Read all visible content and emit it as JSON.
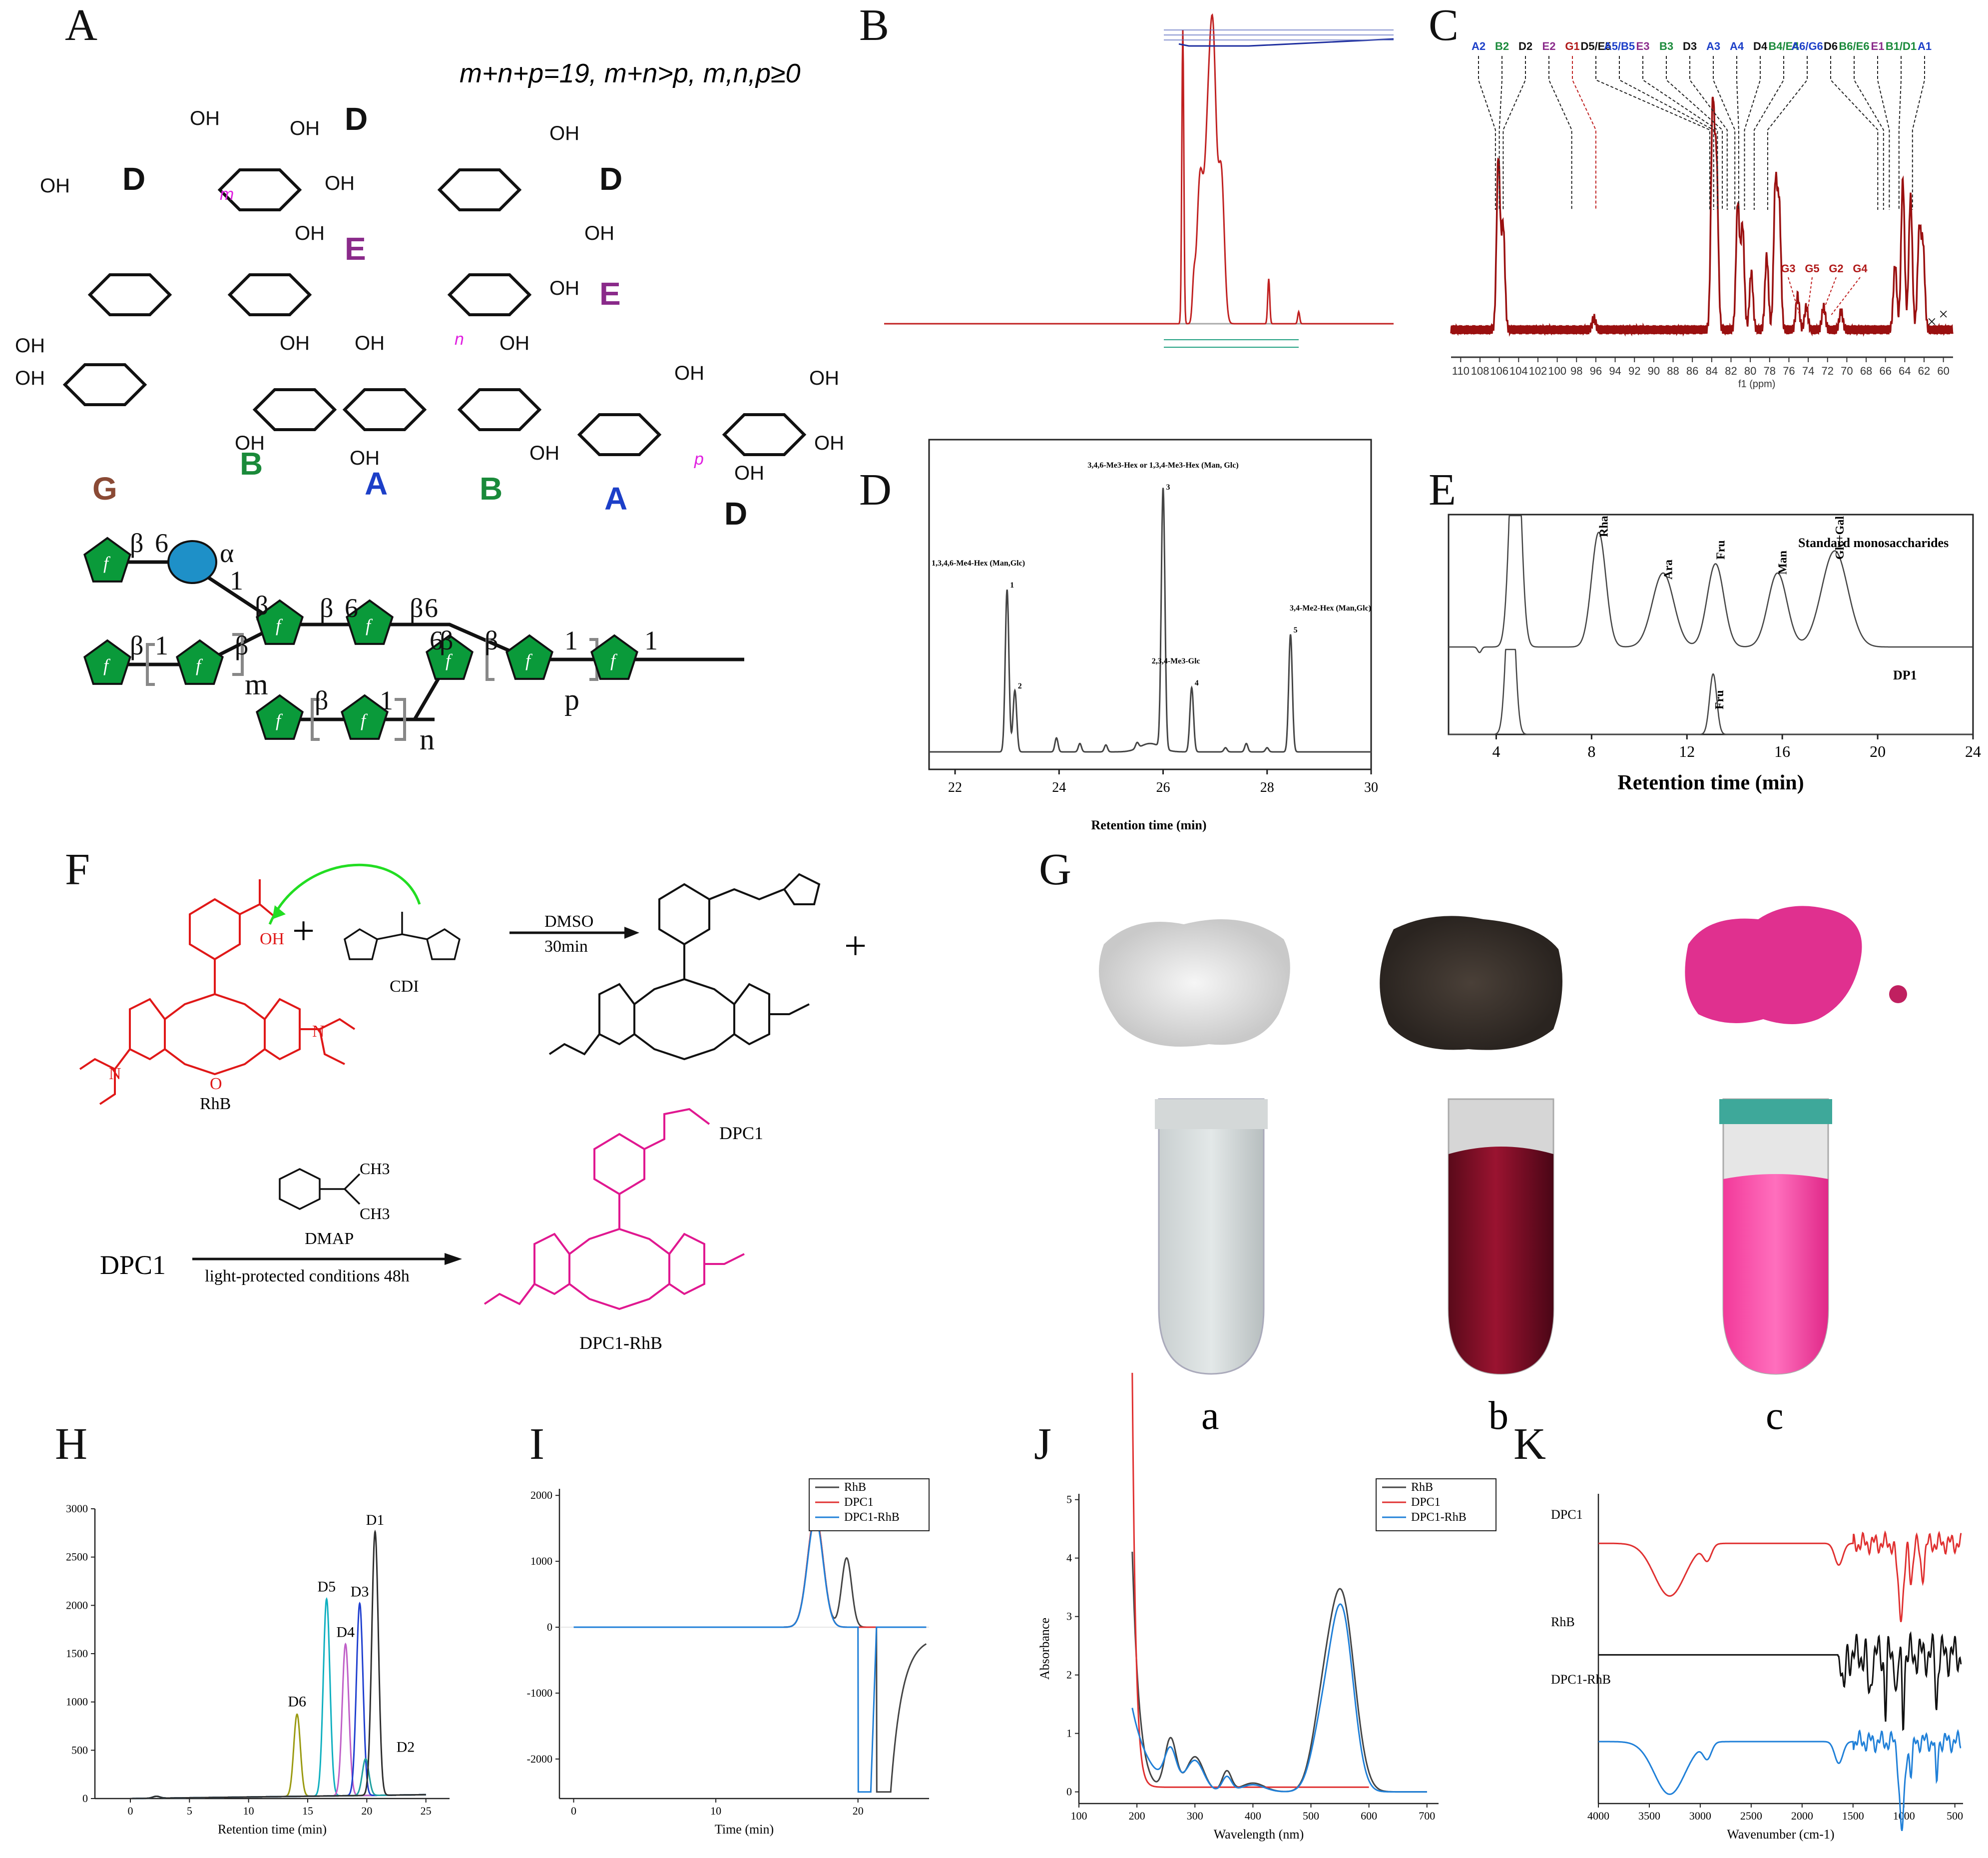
{
  "panels": {
    "A": "A",
    "B": "B",
    "C": "C",
    "D": "D",
    "E": "E",
    "F": "F",
    "G": "G",
    "H": "H",
    "I": "I",
    "J": "J",
    "K": "K"
  },
  "structure_a": {
    "constraint": "m+n+p=19, m+n>p, m,n,p≥0",
    "residues": [
      {
        "label": "G",
        "color": "#8a4a35"
      },
      {
        "label": "B",
        "color": "#1a8a3a"
      },
      {
        "label": "A",
        "color": "#1c3fc8"
      },
      {
        "label": "B",
        "color": "#1a8a3a"
      },
      {
        "label": "A",
        "color": "#1c3fc8"
      },
      {
        "label": "D",
        "color": "#111111"
      },
      {
        "label": "D",
        "color": "#111111"
      },
      {
        "label": "D",
        "color": "#111111"
      },
      {
        "label": "D",
        "color": "#111111"
      },
      {
        "label": "E",
        "color": "#8a2a8a"
      },
      {
        "label": "E",
        "color": "#8a2a8a"
      }
    ],
    "oh_label": "OH",
    "repeat_labels": [
      "m",
      "n",
      "p"
    ],
    "snfg": {
      "sugar_letter": "f",
      "anomeric": [
        "β",
        "α",
        "β",
        "β",
        "β",
        "β",
        "β",
        "β",
        "β",
        "β"
      ],
      "linkages": [
        "6",
        "1",
        "6",
        "6",
        "1",
        "1",
        "6",
        "1",
        "1"
      ],
      "repeats": [
        "m",
        "n",
        "p"
      ],
      "fructose_color": "#0a9a3a",
      "glucose_color": "#1e90c8"
    }
  },
  "nmr_c": {
    "x_ticks": [
      "110",
      "108",
      "106",
      "104",
      "102",
      "100",
      "98",
      "96",
      "94",
      "92",
      "90",
      "88",
      "86",
      "84",
      "82",
      "80",
      "78",
      "76",
      "74",
      "72",
      "70",
      "68",
      "66",
      "64",
      "62",
      "60"
    ],
    "x_unit": "f1 (ppm)",
    "top_labels": [
      "A2",
      "B2",
      "D2",
      "E2",
      "G1",
      "D5/E5",
      "A5/B5",
      "E3",
      "B3",
      "D3",
      "A3",
      "A4",
      "D4",
      "B4/E4",
      "A6/G6",
      "D6",
      "B6/E6",
      "E1",
      "B1/D1",
      "A1"
    ],
    "g_labels": [
      "G3",
      "G5",
      "G2",
      "G4"
    ],
    "x_marks": [
      "×",
      "×"
    ]
  },
  "chart_data": [
    {
      "panel": "D",
      "type": "line",
      "xlabel": "Retention time (min)",
      "x_ticks": [
        22,
        24,
        26,
        28,
        30
      ],
      "xlim": [
        21.5,
        30
      ],
      "peaks": [
        {
          "x": 23.0,
          "height": 0.58,
          "label": "1,3,4,6-Me4-Hex (Man,Glc)",
          "num": "1"
        },
        {
          "x": 23.15,
          "height": 0.22,
          "label": "",
          "num": "2"
        },
        {
          "x": 26.0,
          "height": 0.93,
          "label": "3,4,6-Me3-Hex or 1,3,4-Me3-Hex (Man, Glc)",
          "num": "3"
        },
        {
          "x": 26.55,
          "height": 0.23,
          "label": "2,3,4-Me3-Glc",
          "num": "4"
        },
        {
          "x": 28.45,
          "height": 0.42,
          "label": "3,4-Me2-Hex (Man,Glc)",
          "num": "5"
        }
      ]
    },
    {
      "panel": "E",
      "type": "line",
      "xlabel": "Retention time (min)",
      "x_ticks": [
        4,
        8,
        12,
        16,
        20,
        24
      ],
      "xlim": [
        2,
        24
      ],
      "series": [
        {
          "name": "Standard monosaccharides",
          "peaks": [
            {
              "x": 8.3,
              "label": "Rha"
            },
            {
              "x": 11.0,
              "label": "Ara"
            },
            {
              "x": 13.2,
              "label": "Fru"
            },
            {
              "x": 15.8,
              "label": "Man"
            },
            {
              "x": 18.2,
              "label": "Glc+Gal"
            }
          ]
        },
        {
          "name": "DP1",
          "peaks": [
            {
              "x": 13.1,
              "label": "Fru"
            }
          ]
        }
      ]
    },
    {
      "panel": "H",
      "type": "line",
      "xlabel": "Retention time (min)",
      "x_ticks": [
        0,
        5,
        10,
        15,
        20,
        25
      ],
      "y_ticks": [
        0,
        500,
        1000,
        1500,
        2000,
        2500,
        3000
      ],
      "xlim": [
        -3,
        27
      ],
      "ylim": [
        0,
        3000
      ],
      "series": [
        {
          "name": "D6",
          "x": 14.1,
          "y": 850,
          "color": "#9a9a10"
        },
        {
          "name": "D5",
          "x": 16.6,
          "y": 2040,
          "color": "#10b0c0"
        },
        {
          "name": "D4",
          "x": 18.2,
          "y": 1570,
          "color": "#c060c8"
        },
        {
          "name": "D3",
          "x": 19.4,
          "y": 1990,
          "color": "#2040d0"
        },
        {
          "name": "D2",
          "x": 19.9,
          "y": 380,
          "color": "#20a0a0"
        },
        {
          "name": "D1",
          "x": 20.7,
          "y": 2730,
          "color": "#303030"
        }
      ]
    },
    {
      "panel": "I",
      "type": "line",
      "xlabel": "Time (min)",
      "x_ticks": [
        0,
        10,
        20
      ],
      "y_ticks": [
        -2000,
        -1000,
        0,
        1000,
        2000
      ],
      "xlim": [
        -1,
        25
      ],
      "ylim": [
        -2600,
        2100
      ],
      "series": [
        {
          "name": "RhB",
          "color": "#444444"
        },
        {
          "name": "DPC1",
          "color": "#e03030"
        },
        {
          "name": "DPC1-RhB",
          "color": "#2080d8"
        }
      ]
    },
    {
      "panel": "J",
      "type": "line",
      "xlabel": "Wavelength (nm)",
      "ylabel": "Absorbance",
      "x_ticks": [
        100,
        200,
        300,
        400,
        500,
        600,
        700
      ],
      "y_ticks": [
        0,
        1,
        2,
        3,
        4,
        5
      ],
      "xlim": [
        100,
        720
      ],
      "ylim": [
        -0.2,
        5.1
      ],
      "series": [
        {
          "name": "RhB",
          "color": "#444444",
          "peak_nm": 553,
          "peak_abs": 3.35
        },
        {
          "name": "DPC1",
          "color": "#e03030"
        },
        {
          "name": "DPC1-RhB",
          "color": "#2080d8",
          "peak_nm": 553,
          "peak_abs": 3.1
        }
      ]
    },
    {
      "panel": "K",
      "type": "line",
      "xlabel": "Wavenumber (cm-1)",
      "x_ticks": [
        4000,
        3500,
        3000,
        2500,
        2000,
        1500,
        1000,
        500
      ],
      "xlim": [
        4000,
        420
      ],
      "series": [
        {
          "name": "DPC1",
          "color": "#e03030"
        },
        {
          "name": "RhB",
          "color": "#111111"
        },
        {
          "name": "DPC1-RhB",
          "color": "#2080d8"
        }
      ]
    }
  ],
  "scheme_f": {
    "rhb_label": "RhB",
    "cdi_label": "CDI",
    "solvent": "DMSO",
    "time": "30min",
    "oh": "OH",
    "dpc1": "DPC1",
    "dmap": "DMAP",
    "conditions": "light-protected conditions 48h",
    "product": "DPC1-RhB",
    "ch3": "CH3",
    "atoms": {
      "N": "N",
      "O": "O",
      "plus": "+"
    }
  },
  "photos_g": {
    "labels": [
      "a",
      "b",
      "c"
    ]
  }
}
